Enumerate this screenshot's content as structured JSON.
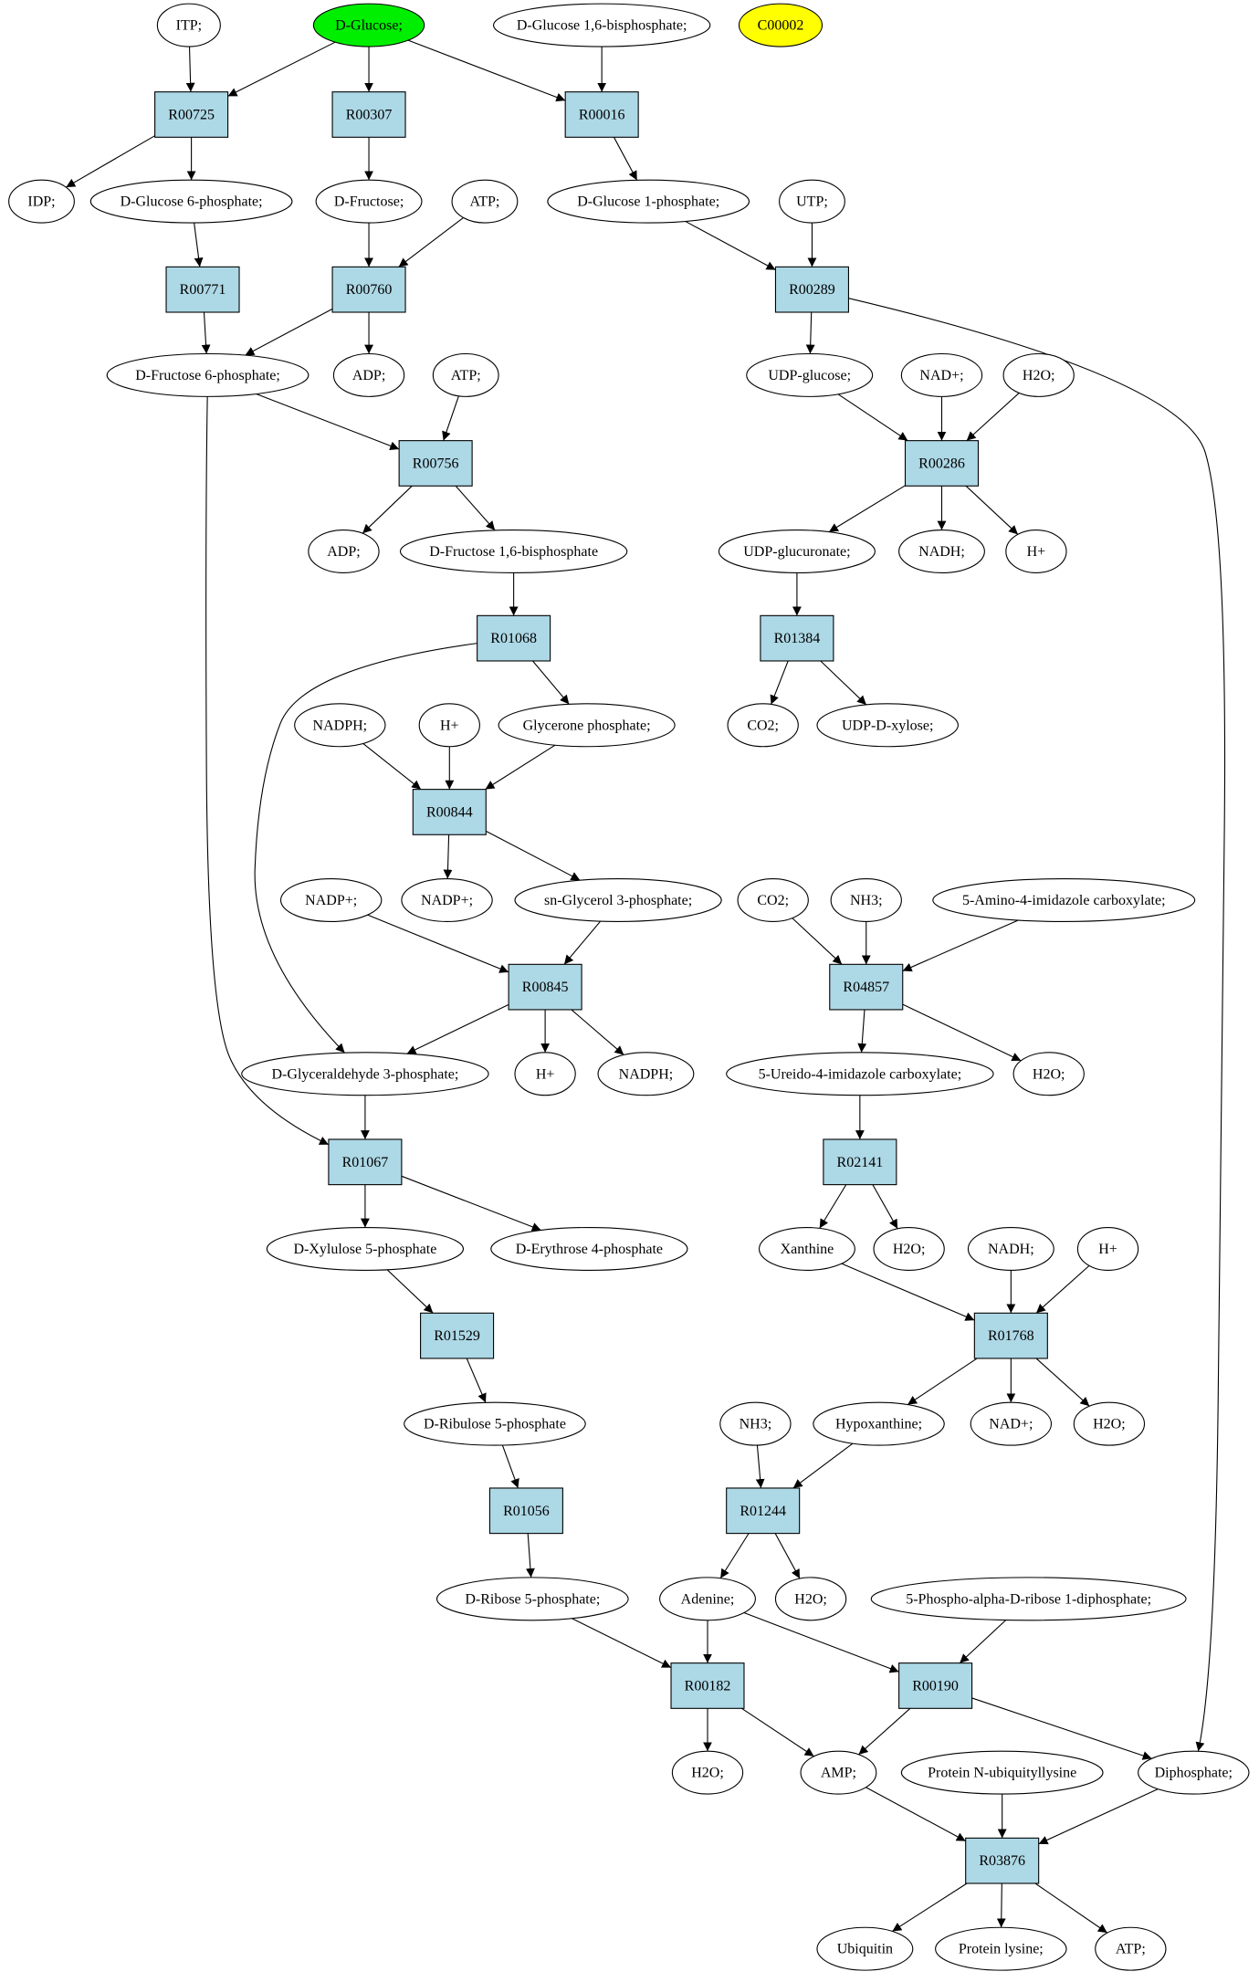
{
  "colors": {
    "compound": "#ffffff",
    "reaction": "#add8e6",
    "highlight_green": "#00ee00",
    "highlight_yellow": "#ffff00",
    "line": "#000000"
  },
  "compounds": {
    "itp": "ITP;",
    "dglucose": "D-Glucose;",
    "g16bp": "D-Glucose 1,6-bisphosphate;",
    "c00002": "C00002",
    "idp": "IDP;",
    "g6p": "D-Glucose 6-phosphate;",
    "dfructose": "D-Fructose;",
    "atp1": "ATP;",
    "g1p": "D-Glucose 1-phosphate;",
    "utp": "UTP;",
    "f6p": "D-Fructose 6-phosphate;",
    "adp1": "ADP;",
    "atp2": "ATP;",
    "udpglucose": "UDP-glucose;",
    "nadplus1": "NAD+;",
    "h2o1": "H2O;",
    "adp2": "ADP;",
    "f16bp": "D-Fructose 1,6-bisphosphate",
    "udpglucuronate": "UDP-glucuronate;",
    "nadh1": "NADH;",
    "hplus1": "H+",
    "co2a": "CO2;",
    "udpxylose": "UDP-D-xylose;",
    "nadph1": "NADPH;",
    "hplus2": "H+",
    "glycerone": "Glycerone phosphate;",
    "nadpplus1": "NADP+;",
    "nadpplus2": "NADP+;",
    "snglycerol": "sn-Glycerol 3-phosphate;",
    "co2b": "CO2;",
    "nh3a": "NH3;",
    "aica": "5-Amino-4-imidazole carboxylate;",
    "gap": "D-Glyceraldehyde 3-phosphate;",
    "hplus3": "H+",
    "nadph2": "NADPH;",
    "ureido": "5-Ureido-4-imidazole carboxylate;",
    "h2o2": "H2O;",
    "xu5p": "D-Xylulose 5-phosphate",
    "e4p": "D-Erythrose 4-phosphate",
    "xanthine": "Xanthine",
    "h2o3": "H2O;",
    "nadh2": "NADH;",
    "hplus4": "H+",
    "ru5p": "D-Ribulose 5-phosphate",
    "nh3b": "NH3;",
    "hypoxanthine": "Hypoxanthine;",
    "nadplus2": "NAD+;",
    "h2o4": "H2O;",
    "r5p": "D-Ribose 5-phosphate;",
    "adenine": "Adenine;",
    "h2o5": "H2O;",
    "prpp": "5-Phospho-alpha-D-ribose 1-diphosphate;",
    "h2o6": "H2O;",
    "amp": "AMP;",
    "protubi": "Protein N-ubiquityllysine",
    "diphosphate": "Diphosphate;",
    "ubiquitin": "Ubiquitin",
    "protlys": "Protein lysine;",
    "atp3": "ATP;"
  },
  "reactions": {
    "R00725": "R00725",
    "R00307": "R00307",
    "R00016": "R00016",
    "R00771": "R00771",
    "R00760": "R00760",
    "R00289": "R00289",
    "R00756": "R00756",
    "R00286": "R00286",
    "R01068": "R01068",
    "R01384": "R01384",
    "R00844": "R00844",
    "R00845": "R00845",
    "R04857": "R04857",
    "R01067": "R01067",
    "R02141": "R02141",
    "R01529": "R01529",
    "R01768": "R01768",
    "R01056": "R01056",
    "R01244": "R01244",
    "R00182": "R00182",
    "R00190": "R00190",
    "R03876": "R03876"
  },
  "edges": [
    [
      "itp",
      "R00725"
    ],
    [
      "dglucose",
      "R00725"
    ],
    [
      "dglucose",
      "R00307"
    ],
    [
      "dglucose",
      "R00016"
    ],
    [
      "g16bp",
      "R00016"
    ],
    [
      "R00725",
      "idp"
    ],
    [
      "R00725",
      "g6p"
    ],
    [
      "R00307",
      "dfructose"
    ],
    [
      "R00016",
      "g1p"
    ],
    [
      "g6p",
      "R00771"
    ],
    [
      "dfructose",
      "R00760"
    ],
    [
      "atp1",
      "R00760"
    ],
    [
      "g1p",
      "R00289"
    ],
    [
      "utp",
      "R00289"
    ],
    [
      "R00771",
      "f6p"
    ],
    [
      "R00760",
      "f6p"
    ],
    [
      "R00760",
      "adp1"
    ],
    [
      "R00289",
      "udpglucose"
    ],
    [
      "R00289",
      "diphosphate"
    ],
    [
      "f6p",
      "R00756"
    ],
    [
      "atp2",
      "R00756"
    ],
    [
      "f6p",
      "R01067"
    ],
    [
      "udpglucose",
      "R00286"
    ],
    [
      "nadplus1",
      "R00286"
    ],
    [
      "h2o1",
      "R00286"
    ],
    [
      "R00756",
      "adp2"
    ],
    [
      "R00756",
      "f16bp"
    ],
    [
      "R00286",
      "udpglucuronate"
    ],
    [
      "R00286",
      "nadh1"
    ],
    [
      "R00286",
      "hplus1"
    ],
    [
      "f16bp",
      "R01068"
    ],
    [
      "udpglucuronate",
      "R01384"
    ],
    [
      "R01068",
      "glycerone"
    ],
    [
      "R01068",
      "gap"
    ],
    [
      "R01384",
      "co2a"
    ],
    [
      "R01384",
      "udpxylose"
    ],
    [
      "nadph1",
      "R00844"
    ],
    [
      "hplus2",
      "R00844"
    ],
    [
      "glycerone",
      "R00844"
    ],
    [
      "R00844",
      "nadpplus1"
    ],
    [
      "R00844",
      "snglycerol"
    ],
    [
      "nadpplus2",
      "R00845"
    ],
    [
      "snglycerol",
      "R00845"
    ],
    [
      "co2b",
      "R04857"
    ],
    [
      "nh3a",
      "R04857"
    ],
    [
      "aica",
      "R04857"
    ],
    [
      "R00845",
      "gap"
    ],
    [
      "R00845",
      "hplus3"
    ],
    [
      "R00845",
      "nadph2"
    ],
    [
      "R04857",
      "ureido"
    ],
    [
      "R04857",
      "h2o2"
    ],
    [
      "gap",
      "R01067"
    ],
    [
      "ureido",
      "R02141"
    ],
    [
      "R01067",
      "xu5p"
    ],
    [
      "R01067",
      "e4p"
    ],
    [
      "R02141",
      "xanthine"
    ],
    [
      "R02141",
      "h2o3"
    ],
    [
      "xu5p",
      "R01529"
    ],
    [
      "xanthine",
      "R01768"
    ],
    [
      "nadh2",
      "R01768"
    ],
    [
      "hplus4",
      "R01768"
    ],
    [
      "R01529",
      "ru5p"
    ],
    [
      "R01768",
      "hypoxanthine"
    ],
    [
      "R01768",
      "nadplus2"
    ],
    [
      "R01768",
      "h2o4"
    ],
    [
      "ru5p",
      "R01056"
    ],
    [
      "nh3b",
      "R01244"
    ],
    [
      "hypoxanthine",
      "R01244"
    ],
    [
      "R01056",
      "r5p"
    ],
    [
      "R01244",
      "adenine"
    ],
    [
      "R01244",
      "h2o5"
    ],
    [
      "r5p",
      "R00182"
    ],
    [
      "adenine",
      "R00182"
    ],
    [
      "adenine",
      "R00190"
    ],
    [
      "prpp",
      "R00190"
    ],
    [
      "R00182",
      "h2o6"
    ],
    [
      "R00182",
      "amp"
    ],
    [
      "R00190",
      "amp"
    ],
    [
      "R00190",
      "diphosphate"
    ],
    [
      "amp",
      "R03876"
    ],
    [
      "protubi",
      "R03876"
    ],
    [
      "diphosphate",
      "R03876"
    ],
    [
      "R03876",
      "ubiquitin"
    ],
    [
      "R03876",
      "protlys"
    ],
    [
      "R03876",
      "atp3"
    ]
  ]
}
